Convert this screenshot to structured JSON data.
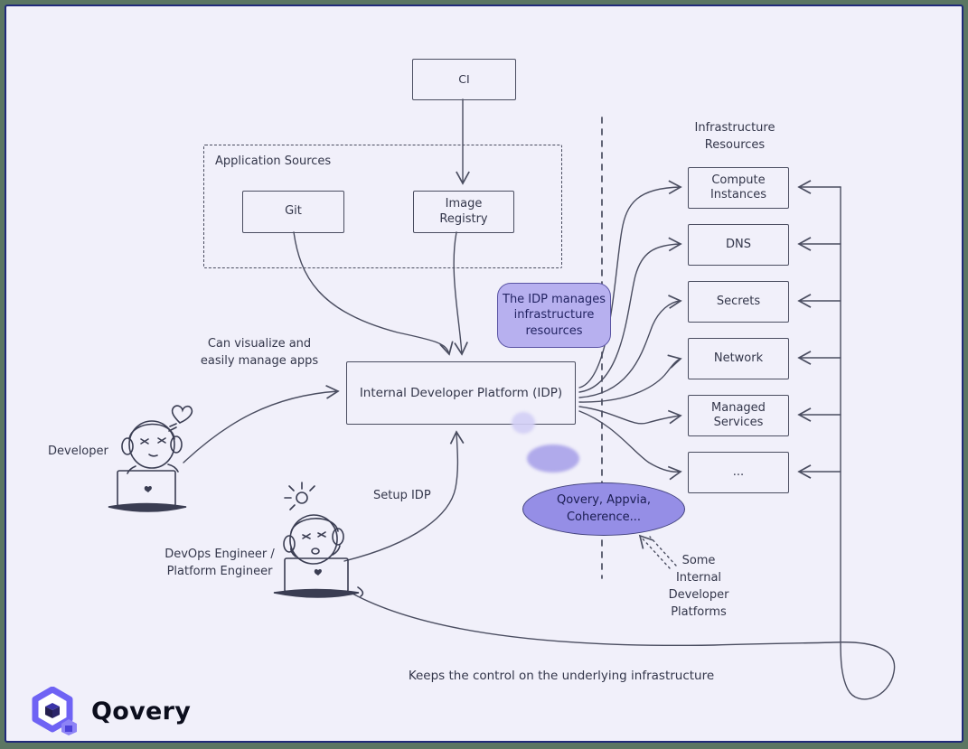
{
  "frame": {
    "outer": "#5b7663",
    "border": "#202a7a",
    "background": "#f1f0fa"
  },
  "palette": {
    "stroke": "#4a4d60",
    "text": "#33364a",
    "callout_fill": "#b7b0ef",
    "callout_border": "#5a54a4",
    "ellipse_fill": "#958ee6",
    "ellipse_border": "#41417b",
    "brand_accent": "#6f63f4"
  },
  "nodes": {
    "ci": {
      "label": "CI"
    },
    "application_sources": {
      "label": "Application Sources"
    },
    "git": {
      "label": "Git"
    },
    "image_registry": {
      "label": "Image\nRegistry"
    },
    "idp": {
      "label": "Internal Developer Platform (IDP)"
    }
  },
  "infrastructure": {
    "title": "Infrastructure\nResources",
    "boxes": [
      "Compute\nInstances",
      "DNS",
      "Secrets",
      "Network",
      "Managed\nServices",
      "..."
    ]
  },
  "callout": {
    "text": "The IDP manages\ninfrastructure\nresources"
  },
  "vendors_ellipse": {
    "text": "Qovery, Appvia,\nCoherence..."
  },
  "annotations": {
    "can_visualize": "Can visualize and\neasily manage apps",
    "developer": "Developer",
    "devops_engineer": "DevOps Engineer /\nPlatform Engineer",
    "setup_idp": "Setup IDP",
    "some_idps": "Some\nInternal\nDeveloper\nPlatforms",
    "keeps_control": "Keeps the control on the underlying infrastructure"
  },
  "logo": {
    "text": "Qovery"
  }
}
